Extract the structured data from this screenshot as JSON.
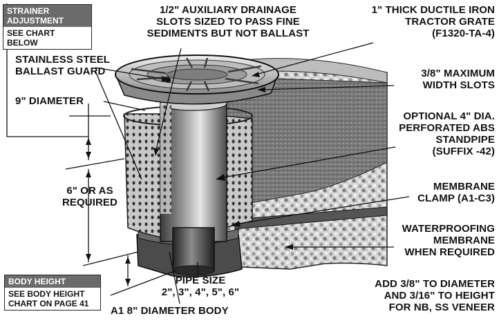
{
  "strainer_box": {
    "title_lines": [
      "STRAINER",
      "ADJUSTMENT"
    ],
    "note": "SEE CHART BELOW"
  },
  "body_height_box": {
    "title": "BODY HEIGHT",
    "note_lines": [
      "SEE BODY HEIGHT",
      "CHART ON PAGE 41"
    ]
  },
  "labels": {
    "auxiliary_slots": [
      "1/2\" AUXILIARY DRAINAGE",
      "SLOTS SIZED TO PASS FINE",
      "SEDIMENTS BUT NOT BALLAST"
    ],
    "tractor_grate": [
      "1\" THICK DUCTILE IRON",
      "TRACTOR GRATE",
      "(F1320-TA-4)"
    ],
    "ballast_guard": [
      "STAINLESS STEEL",
      "BALLAST GUARD"
    ],
    "strainer_diameter": "9\" DIAMETER",
    "max_slots": [
      "3/8\" MAXIMUM",
      "WIDTH SLOTS"
    ],
    "standpipe": [
      "OPTIONAL 4\" DIA.",
      "PERFORATED ABS",
      "STANDPIPE",
      "(SUFFIX -42)"
    ],
    "height": [
      "6\" OR AS",
      "REQUIRED"
    ],
    "membrane_clamp": [
      "MEMBRANE",
      "CLAMP (A1-C3)"
    ],
    "waterproofing": [
      "WATERPROOFING",
      "MEMBRANE",
      "WHEN REQUIRED"
    ],
    "pipe_size": [
      "PIPE SIZE",
      "2\", 3\", 4\", 5\", 6\""
    ],
    "veneer_note": [
      "ADD 3/8\" TO DIAMETER",
      "AND 3/16\" TO HEIGHT",
      "FOR NB, SS VENEER"
    ],
    "body": "A1 8\" DIAMETER BODY"
  }
}
